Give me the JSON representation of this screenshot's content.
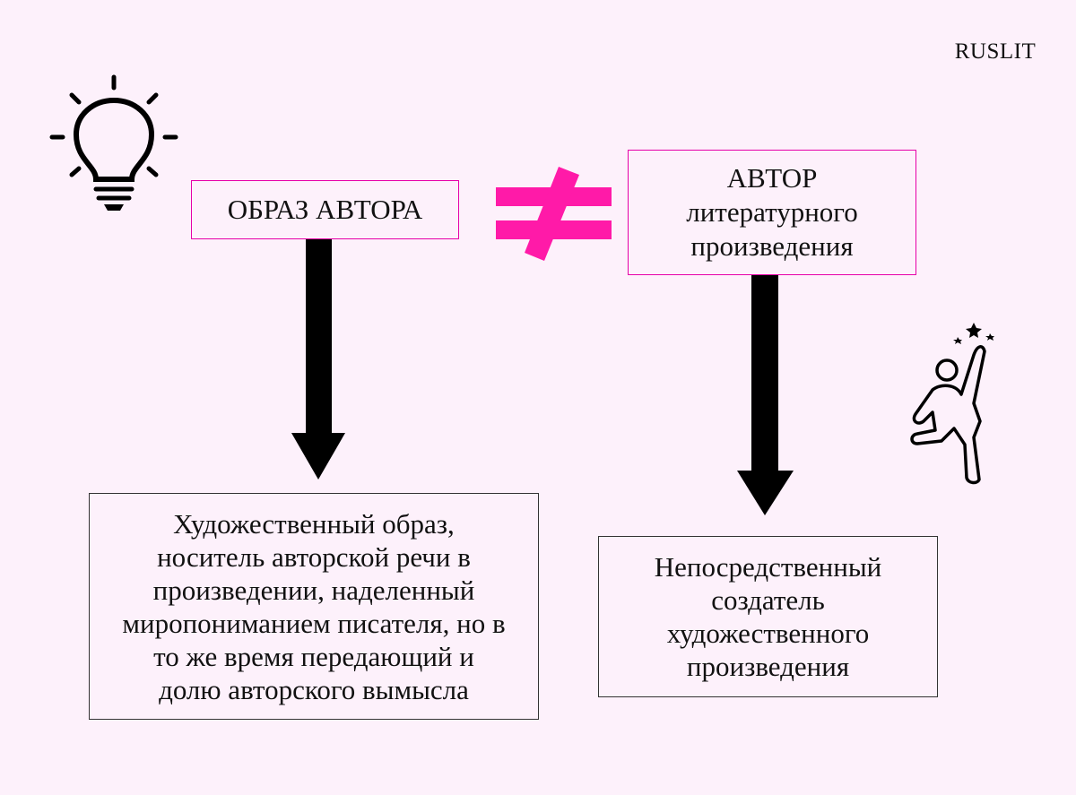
{
  "brand": "RUSLIT",
  "colors": {
    "background": "#fdf1fb",
    "accent": "#ff1aa8",
    "border_pink": "#e600a8",
    "arrow": "#000000"
  },
  "icons": {
    "left": "lightbulb-icon",
    "right": "jumping-person-icon",
    "relation": "not-equal-icon"
  },
  "nodes": {
    "image_of_author": "ОБРАЗ АВТОРА",
    "author": "АВТОР\nлитературного\nпроизведения",
    "image_of_author_definition": "Художественный образ,\nноситель авторской речи в\nпроизведении, наделенный\nмиропониманием писателя, но в\nто же время передающий и\nдолю авторского вымысла",
    "author_definition": "Непосредственный\nсоздатель\nхудожественного\nпроизведения"
  }
}
